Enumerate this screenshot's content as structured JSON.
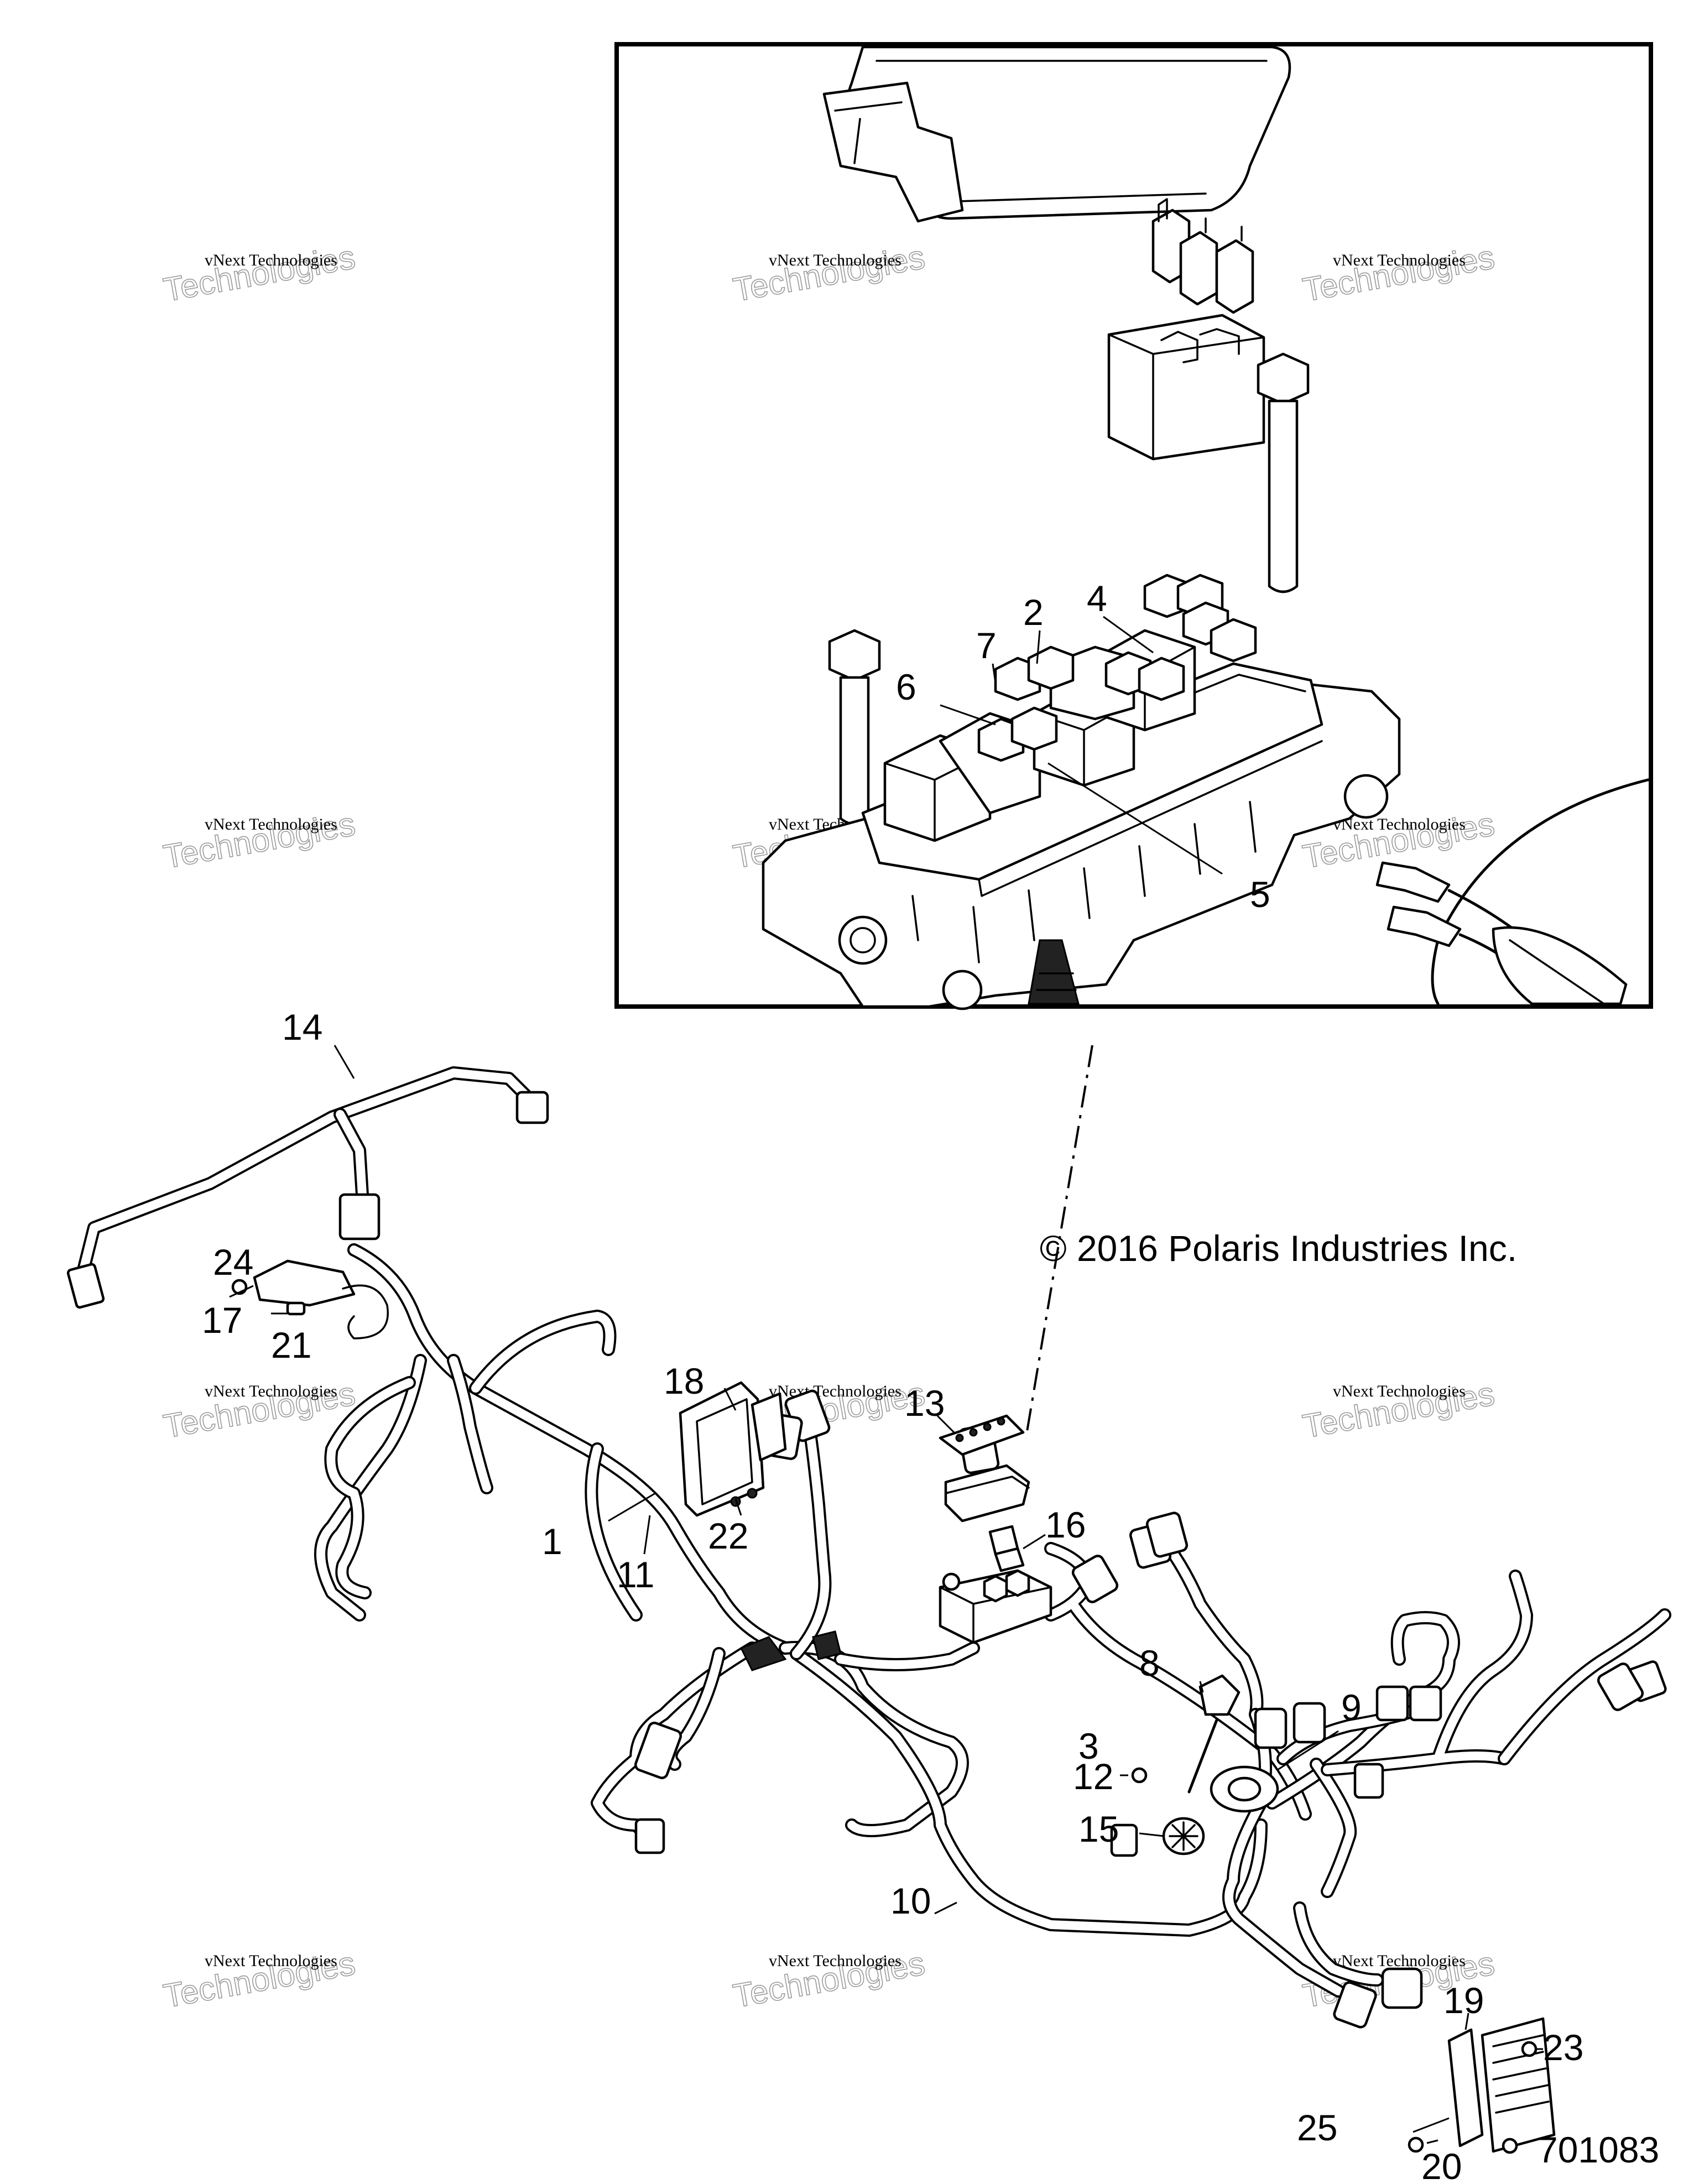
{
  "copyright": "© 2016 Polaris Industries Inc.",
  "figure_number": "701083",
  "watermark": {
    "line1": "vNext Technologies",
    "line2": "Technologies",
    "line3": "vNext"
  },
  "callouts": {
    "c1": "1",
    "c2": "2",
    "c3": "3",
    "c4": "4",
    "c5": "5",
    "c6": "6",
    "c7": "7",
    "c8": "8",
    "c9": "9",
    "c10": "10",
    "c11": "11",
    "c12": "12",
    "c13": "13",
    "c14": "14",
    "c15": "15",
    "c16": "16",
    "c17": "17",
    "c18": "18",
    "c19": "19",
    "c20": "20",
    "c21": "21",
    "c22": "22",
    "c23": "23",
    "c24": "24",
    "c25": "25"
  }
}
